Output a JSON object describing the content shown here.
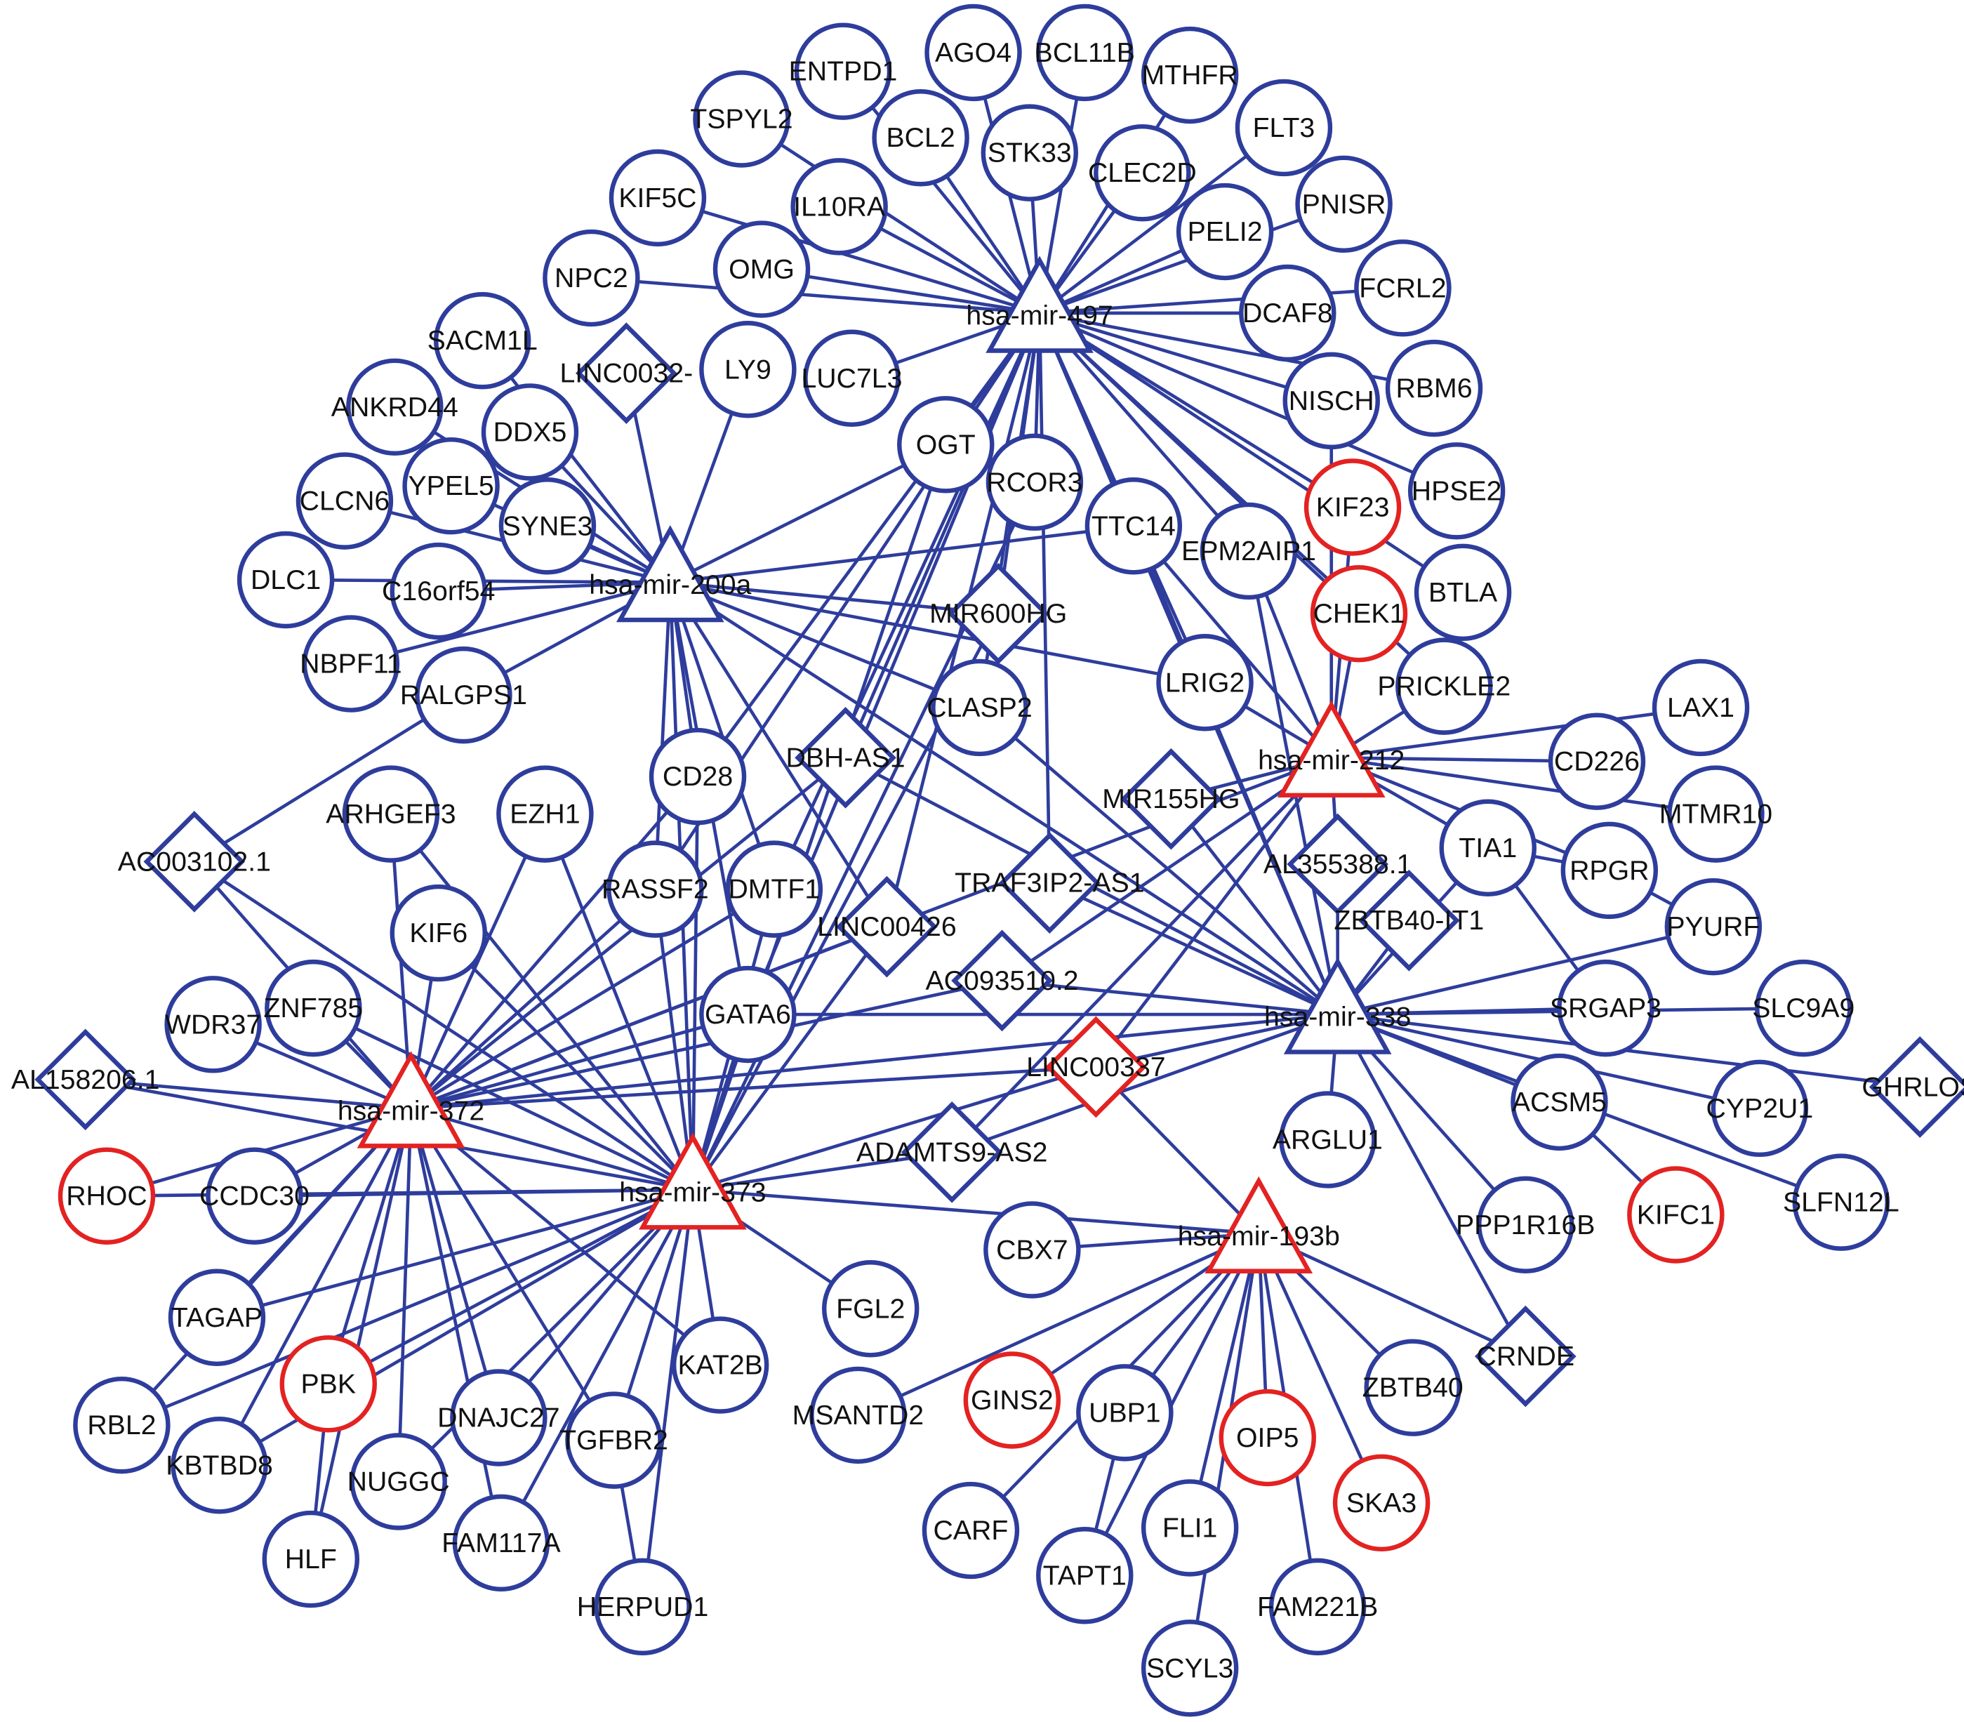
{
  "colors": {
    "blue": "#2e3d9c",
    "red": "#e32222"
  },
  "nodes": [
    {
      "label": "hsa-mir-497",
      "shape": "triangle",
      "color": "blue"
    },
    {
      "label": "hsa-mir-200a",
      "shape": "triangle",
      "color": "blue"
    },
    {
      "label": "hsa-mir-212",
      "shape": "triangle",
      "color": "red"
    },
    {
      "label": "hsa-mir-338",
      "shape": "triangle",
      "color": "blue"
    },
    {
      "label": "hsa-mir-372",
      "shape": "triangle",
      "color": "red"
    },
    {
      "label": "hsa-mir-373",
      "shape": "triangle",
      "color": "red"
    },
    {
      "label": "hsa-mir-193b",
      "shape": "triangle",
      "color": "red"
    },
    {
      "label": "ENTPD1",
      "shape": "circle",
      "color": "blue"
    },
    {
      "label": "AGO4",
      "shape": "circle",
      "color": "blue"
    },
    {
      "label": "BCL11B",
      "shape": "circle",
      "color": "blue"
    },
    {
      "label": "MTHFR",
      "shape": "circle",
      "color": "blue"
    },
    {
      "label": "TSPYL2",
      "shape": "circle",
      "color": "blue"
    },
    {
      "label": "BCL2",
      "shape": "circle",
      "color": "blue"
    },
    {
      "label": "STK33",
      "shape": "circle",
      "color": "blue"
    },
    {
      "label": "CLEC2D",
      "shape": "circle",
      "color": "blue"
    },
    {
      "label": "FLT3",
      "shape": "circle",
      "color": "blue"
    },
    {
      "label": "KIF5C",
      "shape": "circle",
      "color": "blue"
    },
    {
      "label": "IL10RA",
      "shape": "circle",
      "color": "blue"
    },
    {
      "label": "PNISR",
      "shape": "circle",
      "color": "blue"
    },
    {
      "label": "PELI2",
      "shape": "circle",
      "color": "blue"
    },
    {
      "label": "NPC2",
      "shape": "circle",
      "color": "blue"
    },
    {
      "label": "OMG",
      "shape": "circle",
      "color": "blue"
    },
    {
      "label": "FCRL2",
      "shape": "circle",
      "color": "blue"
    },
    {
      "label": "DCAF8",
      "shape": "circle",
      "color": "blue"
    },
    {
      "label": "SACM1L",
      "shape": "circle",
      "color": "blue"
    },
    {
      "label": "LY9",
      "shape": "circle",
      "color": "blue"
    },
    {
      "label": "LUC7L3",
      "shape": "circle",
      "color": "blue"
    },
    {
      "label": "NISCH",
      "shape": "circle",
      "color": "blue"
    },
    {
      "label": "RBM6",
      "shape": "circle",
      "color": "blue"
    },
    {
      "label": "ANKRD44",
      "shape": "circle",
      "color": "blue"
    },
    {
      "label": "DDX5",
      "shape": "circle",
      "color": "blue"
    },
    {
      "label": "OGT",
      "shape": "circle",
      "color": "blue"
    },
    {
      "label": "RCOR3",
      "shape": "circle",
      "color": "blue"
    },
    {
      "label": "YPEL5",
      "shape": "circle",
      "color": "blue"
    },
    {
      "label": "CLCN6",
      "shape": "circle",
      "color": "blue"
    },
    {
      "label": "SYNE3",
      "shape": "circle",
      "color": "blue"
    },
    {
      "label": "TTC14",
      "shape": "circle",
      "color": "blue"
    },
    {
      "label": "EPM2AIP1",
      "shape": "circle",
      "color": "blue"
    },
    {
      "label": "KIF23",
      "shape": "circle",
      "color": "red"
    },
    {
      "label": "HPSE2",
      "shape": "circle",
      "color": "blue"
    },
    {
      "label": "DLC1",
      "shape": "circle",
      "color": "blue"
    },
    {
      "label": "C16orf54",
      "shape": "circle",
      "color": "blue"
    },
    {
      "label": "CHEK1",
      "shape": "circle",
      "color": "red"
    },
    {
      "label": "BTLA",
      "shape": "circle",
      "color": "blue"
    },
    {
      "label": "NBPF11",
      "shape": "circle",
      "color": "blue"
    },
    {
      "label": "RALGPS1",
      "shape": "circle",
      "color": "blue"
    },
    {
      "label": "LRIG2",
      "shape": "circle",
      "color": "blue"
    },
    {
      "label": "PRICKLE2",
      "shape": "circle",
      "color": "blue"
    },
    {
      "label": "CLASP2",
      "shape": "circle",
      "color": "blue"
    },
    {
      "label": "LAX1",
      "shape": "circle",
      "color": "blue"
    },
    {
      "label": "CD28",
      "shape": "circle",
      "color": "blue"
    },
    {
      "label": "CD226",
      "shape": "circle",
      "color": "blue"
    },
    {
      "label": "EZH1",
      "shape": "circle",
      "color": "blue"
    },
    {
      "label": "ARHGEF3",
      "shape": "circle",
      "color": "blue"
    },
    {
      "label": "MTMR10",
      "shape": "circle",
      "color": "blue"
    },
    {
      "label": "TIA1",
      "shape": "circle",
      "color": "blue"
    },
    {
      "label": "RPGR",
      "shape": "circle",
      "color": "blue"
    },
    {
      "label": "RASSF2",
      "shape": "circle",
      "color": "blue"
    },
    {
      "label": "DMTF1",
      "shape": "circle",
      "color": "blue"
    },
    {
      "label": "KIF6",
      "shape": "circle",
      "color": "blue"
    },
    {
      "label": "PYURF",
      "shape": "circle",
      "color": "blue"
    },
    {
      "label": "WDR37",
      "shape": "circle",
      "color": "blue"
    },
    {
      "label": "ZNF785",
      "shape": "circle",
      "color": "blue"
    },
    {
      "label": "GATA6",
      "shape": "circle",
      "color": "blue"
    },
    {
      "label": "SRGAP3",
      "shape": "circle",
      "color": "blue"
    },
    {
      "label": "SLC9A9",
      "shape": "circle",
      "color": "blue"
    },
    {
      "label": "ACSM5",
      "shape": "circle",
      "color": "blue"
    },
    {
      "label": "CYP2U1",
      "shape": "circle",
      "color": "blue"
    },
    {
      "label": "ARGLU1",
      "shape": "circle",
      "color": "blue"
    },
    {
      "label": "RHOC",
      "shape": "circle",
      "color": "red"
    },
    {
      "label": "CCDC30",
      "shape": "circle",
      "color": "blue"
    },
    {
      "label": "KIFC1",
      "shape": "circle",
      "color": "red"
    },
    {
      "label": "SLFN12L",
      "shape": "circle",
      "color": "blue"
    },
    {
      "label": "PPP1R16B",
      "shape": "circle",
      "color": "blue"
    },
    {
      "label": "CBX7",
      "shape": "circle",
      "color": "blue"
    },
    {
      "label": "FGL2",
      "shape": "circle",
      "color": "blue"
    },
    {
      "label": "TAGAP",
      "shape": "circle",
      "color": "blue"
    },
    {
      "label": "KAT2B",
      "shape": "circle",
      "color": "blue"
    },
    {
      "label": "PBK",
      "shape": "circle",
      "color": "red"
    },
    {
      "label": "RBL2",
      "shape": "circle",
      "color": "blue"
    },
    {
      "label": "KBTBD8",
      "shape": "circle",
      "color": "blue"
    },
    {
      "label": "DNAJC27",
      "shape": "circle",
      "color": "blue"
    },
    {
      "label": "TGFBR2",
      "shape": "circle",
      "color": "blue"
    },
    {
      "label": "MSANTD2",
      "shape": "circle",
      "color": "blue"
    },
    {
      "label": "GINS2",
      "shape": "circle",
      "color": "red"
    },
    {
      "label": "UBP1",
      "shape": "circle",
      "color": "blue"
    },
    {
      "label": "OIP5",
      "shape": "circle",
      "color": "red"
    },
    {
      "label": "ZBTB40",
      "shape": "circle",
      "color": "blue"
    },
    {
      "label": "SKA3",
      "shape": "circle",
      "color": "red"
    },
    {
      "label": "NUGGC",
      "shape": "circle",
      "color": "blue"
    },
    {
      "label": "HLF",
      "shape": "circle",
      "color": "blue"
    },
    {
      "label": "FAM117A",
      "shape": "circle",
      "color": "blue"
    },
    {
      "label": "CARF",
      "shape": "circle",
      "color": "blue"
    },
    {
      "label": "TAPT1",
      "shape": "circle",
      "color": "blue"
    },
    {
      "label": "FLI1",
      "shape": "circle",
      "color": "blue"
    },
    {
      "label": "FAM221B",
      "shape": "circle",
      "color": "blue"
    },
    {
      "label": "HERPUD1",
      "shape": "circle",
      "color": "blue"
    },
    {
      "label": "SCYL3",
      "shape": "circle",
      "color": "blue"
    },
    {
      "label": "LINC0032-",
      "shape": "diamond",
      "color": "blue"
    },
    {
      "label": "MIR600HG",
      "shape": "diamond",
      "color": "blue"
    },
    {
      "label": "DBH-AS1",
      "shape": "diamond",
      "color": "blue"
    },
    {
      "label": "MIR155HG",
      "shape": "diamond",
      "color": "blue"
    },
    {
      "label": "AC003102.1",
      "shape": "diamond",
      "color": "blue"
    },
    {
      "label": "TRAF3IP2-AS1",
      "shape": "diamond",
      "color": "blue"
    },
    {
      "label": "AL355388.1",
      "shape": "diamond",
      "color": "blue"
    },
    {
      "label": "LINC00426",
      "shape": "diamond",
      "color": "blue"
    },
    {
      "label": "ZBTB40-IT1",
      "shape": "diamond",
      "color": "blue"
    },
    {
      "label": "AC093510.2",
      "shape": "diamond",
      "color": "blue"
    },
    {
      "label": "AL158206.1",
      "shape": "diamond",
      "color": "blue"
    },
    {
      "label": "LINC00337",
      "shape": "diamond",
      "color": "red"
    },
    {
      "label": "ADAMTS9-AS2",
      "shape": "diamond",
      "color": "blue"
    },
    {
      "label": "GHRLOS",
      "shape": "diamond",
      "color": "blue"
    },
    {
      "label": "CRNDE",
      "shape": "diamond",
      "color": "blue"
    }
  ],
  "adjacency": {
    "hsa-mir-497": [
      "ENTPD1",
      "AGO4",
      "BCL11B",
      "MTHFR",
      "TSPYL2",
      "BCL2",
      "STK33",
      "CLEC2D",
      "FLT3",
      "KIF5C",
      "IL10RA",
      "PNISR",
      "PELI2",
      "NPC2",
      "OMG",
      "FCRL2",
      "DCAF8",
      "LUC7L3",
      "NISCH",
      "RBM6",
      "HPSE2",
      "BTLA",
      "KIF23",
      "OGT",
      "RCOR3",
      "TTC14",
      "EPM2AIP1",
      "MIR600HG",
      "CLASP2",
      "CD28",
      "DBH-AS1",
      "RASSF2",
      "GATA6",
      "LINC00426",
      "TRAF3IP2-AS1",
      "hsa-mir-338",
      "LRIG2",
      "PRICKLE2",
      "CHEK1",
      "DMTF1"
    ],
    "hsa-mir-200a": [
      "SACM1L",
      "LINC0032-",
      "LY9",
      "ANKRD44",
      "DDX5",
      "YPEL5",
      "CLCN6",
      "SYNE3",
      "DLC1",
      "C16orf54",
      "NBPF11",
      "RALGPS1",
      "OGT",
      "TTC14",
      "MIR600HG",
      "CD28",
      "RASSF2",
      "DMTF1",
      "LINC00426",
      "GATA6",
      "hsa-mir-373",
      "hsa-mir-338",
      "CLASP2",
      "LRIG2"
    ],
    "hsa-mir-212": [
      "LAX1",
      "CD226",
      "MTMR10",
      "TIA1",
      "RPGR",
      "CHEK1",
      "PRICKLE2",
      "EPM2AIP1",
      "LRIG2",
      "MIR155HG",
      "AL355388.1",
      "AC093510.2",
      "LINC00337",
      "ADAMTS9-AS2",
      "hsa-mir-372",
      "NISCH",
      "KIF23",
      "TTC14"
    ],
    "hsa-mir-338": [
      "SRGAP3",
      "SLC9A9",
      "GHRLOS",
      "CYP2U1",
      "SLFN12L",
      "ACSM5",
      "ARGLU1",
      "PPP1R16B",
      "CRNDE",
      "ZBTB40-IT1",
      "AL355388.1",
      "MIR155HG",
      "TRAF3IP2-AS1",
      "AC093510.2",
      "GATA6",
      "CLASP2",
      "TTC14",
      "PYURF",
      "TIA1",
      "hsa-mir-372",
      "DBH-AS1",
      "LINC00337",
      "ADAMTS9-AS2",
      "EPM2AIP1"
    ],
    "hsa-mir-372": [
      "AL158206.1",
      "WDR37",
      "ZNF785",
      "ARHGEF3",
      "KIF6",
      "EZH1",
      "AC003102.1",
      "RHOC",
      "CCDC30",
      "TAGAP",
      "RBL2",
      "PBK",
      "KBTBD8",
      "NUGGC",
      "HLF",
      "DNAJC27",
      "FAM117A",
      "TGFBR2",
      "KAT2B",
      "CD28",
      "RASSF2",
      "DMTF1",
      "GATA6",
      "DBH-AS1",
      "LINC00426",
      "LINC00337",
      "AC093510.2",
      "hsa-mir-373"
    ],
    "hsa-mir-373": [
      "CCDC30",
      "RHOC",
      "TAGAP",
      "RBL2",
      "KBTBD8",
      "PBK",
      "NUGGC",
      "DNAJC27",
      "TGFBR2",
      "KAT2B",
      "FGL2",
      "HERPUD1",
      "FAM117A",
      "GATA6",
      "RASSF2",
      "DMTF1",
      "CD28",
      "EZH1",
      "KIF6",
      "ARHGEF3",
      "ZNF785",
      "AL158206.1",
      "AC003102.1",
      "ADAMTS9-AS2",
      "LINC00337",
      "MIR600HG",
      "OGT",
      "RCOR3",
      "LINC00426",
      "hsa-mir-193b"
    ],
    "hsa-mir-193b": [
      "CBX7",
      "MSANTD2",
      "GINS2",
      "UBP1",
      "OIP5",
      "ZBTB40",
      "SKA3",
      "FAM221B",
      "FLI1",
      "SCYL3",
      "TAPT1",
      "CARF",
      "CRNDE",
      "LINC00337"
    ]
  },
  "extra_edges": [
    [
      "KIFC1",
      "ACSM5"
    ],
    [
      "RPGR",
      "PYURF"
    ],
    [
      "TIA1",
      "RPGR"
    ],
    [
      "PBK",
      "HLF"
    ],
    [
      "UBP1",
      "TAPT1"
    ],
    [
      "TGFBR2",
      "HERPUD1"
    ],
    [
      "RALGPS1",
      "AC003102.1"
    ],
    [
      "SRGAP3",
      "TIA1"
    ]
  ]
}
